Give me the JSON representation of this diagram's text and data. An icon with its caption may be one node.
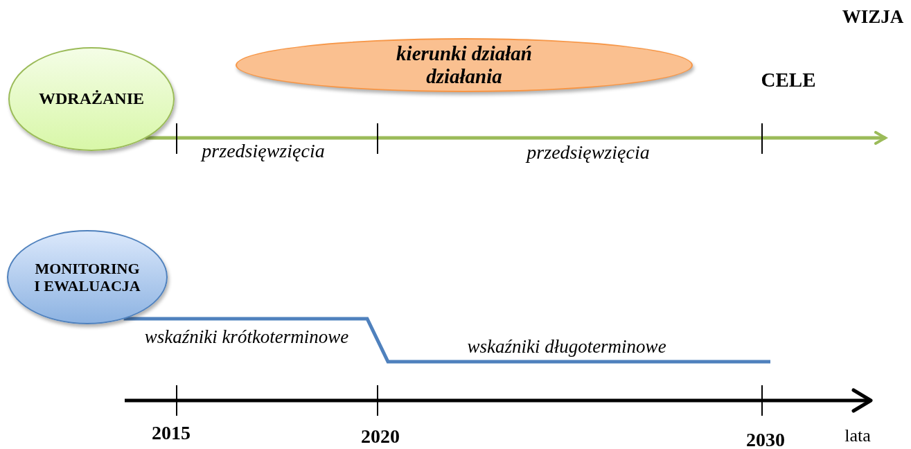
{
  "diagram": {
    "nodes": [
      {
        "text": [
          "WDRAŻANIE"
        ]
      },
      {
        "text": [
          "kierunki działań",
          "działania"
        ]
      },
      {
        "text": [
          "MONITORING I EWALUACJA"
        ]
      }
    ],
    "edges": [
      {
        "from": 0,
        "to": null,
        "arrow": "to",
        "color": "#9bbb59"
      },
      {
        "from": 2,
        "to": null,
        "arrow": "none",
        "color": "#4f81bd"
      }
    ],
    "labels": [
      "WIZJA",
      "CELE",
      "przedsięwzięcia",
      "przedsięwzięcia",
      "wskaźniki krótkoterminowe",
      "wskaźniki długoterminowe",
      "2015",
      "2020",
      "2030",
      "lata"
    ]
  }
}
